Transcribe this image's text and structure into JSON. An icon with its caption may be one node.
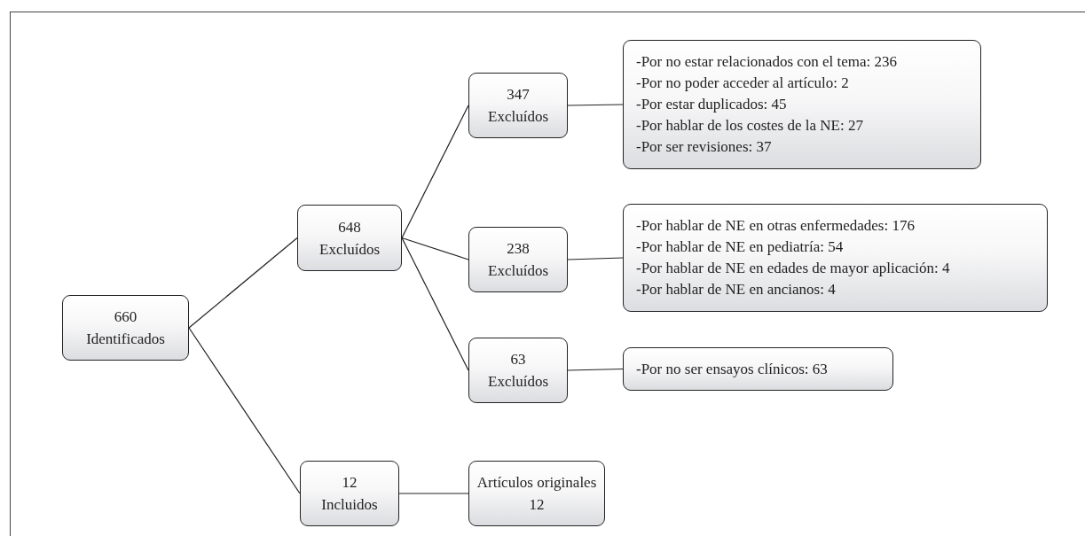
{
  "diagram": {
    "nodes": [
      {
        "text": [
          "660 Identificados"
        ]
      },
      {
        "text": [
          "648 Excluídos"
        ]
      },
      {
        "text": [
          "347 Excluídos"
        ]
      },
      {
        "text": [
          "-Por no estar relacionados con el tema: 236",
          "-Por no poder acceder al artículo: 2",
          "-Por estar duplicados: 45",
          "-Por hablar de los costes de la NE: 27",
          "-Por ser revisiones: 37"
        ]
      },
      {
        "text": [
          "238 Excluídos"
        ]
      },
      {
        "text": [
          "-Por hablar de NE en otras enfermedades: 176",
          "-Por hablar de NE en pediatría: 54",
          "-Por hablar de NE en edades de mayor aplicación: 4",
          "-Por hablar de NE en ancianos: 4"
        ]
      },
      {
        "text": [
          "63 Excluídos"
        ]
      },
      {
        "text": [
          "-Por no ser ensayos clínicos: 63"
        ]
      },
      {
        "text": [
          "12 Incluidos"
        ]
      },
      {
        "text": [
          "Artículos originales 12"
        ]
      }
    ],
    "edges": [
      {
        "from": 0,
        "to": 1,
        "arrow": "none"
      },
      {
        "from": 0,
        "to": 8,
        "arrow": "none"
      },
      {
        "from": 1,
        "to": 2,
        "arrow": "none"
      },
      {
        "from": 1,
        "to": 4,
        "arrow": "none"
      },
      {
        "from": 1,
        "to": 6,
        "arrow": "none"
      },
      {
        "from": 2,
        "to": 3,
        "arrow": "none"
      },
      {
        "from": 4,
        "to": 5,
        "arrow": "none"
      },
      {
        "from": 6,
        "to": 7,
        "arrow": "none"
      },
      {
        "from": 8,
        "to": 9,
        "arrow": "none"
      }
    ]
  }
}
